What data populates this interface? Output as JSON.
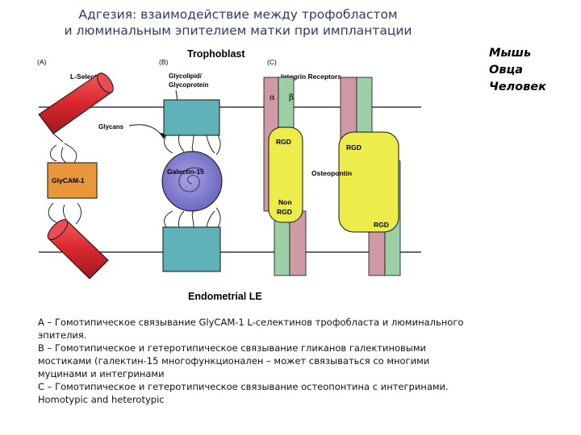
{
  "title": {
    "line1": "Адгезия: взаимодействие между трофобластом",
    "line2": "и люминальным эпителием матки при имплантации"
  },
  "species": [
    "Мышь",
    "Овца",
    "Человек"
  ],
  "diagram": {
    "trophoblast": "Trophoblast",
    "endometrial": "Endometrial LE",
    "panel_a": "(A)",
    "panel_b": "(B)",
    "panel_c": "(C)",
    "l_selectin": "L-Selectin",
    "glycans": "Glycans",
    "glycam": "GlyCAM-1",
    "glycolipid_1": "Glycolipid/",
    "glycolipid_2": "Glycoprotein",
    "galectin": "Galectin-15",
    "integrin": "Integrin Receptors",
    "alpha": "α",
    "beta": "β",
    "rgd_1": "RGD",
    "rgd_2": "RGD",
    "rgd_3": "RGD",
    "osteopontin": "Osteopontin",
    "non": "Non",
    "non_rgd": "RGD",
    "colors": {
      "selectin_red": "#d9262e",
      "glycam_orange": "#e8963a",
      "teal_block": "#5fb3b8",
      "galectin_purple": "#7a74c8",
      "integrin_pink": "#cf9aa6",
      "integrin_green": "#9ccfa6",
      "osteopontin_yellow": "#ecec4a"
    }
  },
  "caption": [
    "А – Гомотипическое связывание GlyCAM-1 L-селектинов трофобласта и люминального",
    "эпителия.",
    "В – Гомотипическое и гетеротипическое связывание гликанов галектиновыми",
    "мостиками (галектин-15 многофункционален – может связываться со многими",
    "муцинами и интегринами",
    "С – Гомотипическое и гетеротипическое связывание остеопонтина с интегринами.",
    "Homotypic and heterotypic"
  ]
}
